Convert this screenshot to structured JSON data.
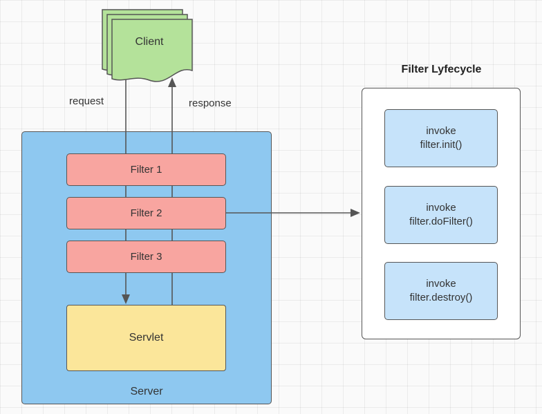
{
  "client": {
    "label": "Client"
  },
  "labels": {
    "request": "request",
    "response": "response"
  },
  "server": {
    "label": "Server",
    "filters": [
      "Filter 1",
      "Filter 2",
      "Filter 3"
    ],
    "servlet": "Servlet"
  },
  "lifecycle": {
    "title": "Filter Lyfecycle",
    "steps": [
      {
        "line1": "invoke",
        "line2": "filter.init()"
      },
      {
        "line1": "invoke",
        "line2": "filter.doFilter()"
      },
      {
        "line1": "invoke",
        "line2": "filter.destroy()"
      }
    ]
  },
  "colors": {
    "client_fill": "#b4e29a",
    "server_fill": "#8ec8f0",
    "filter_fill": "#f8a5a0",
    "servlet_fill": "#fbe69a",
    "step_fill": "#c6e3fa"
  }
}
